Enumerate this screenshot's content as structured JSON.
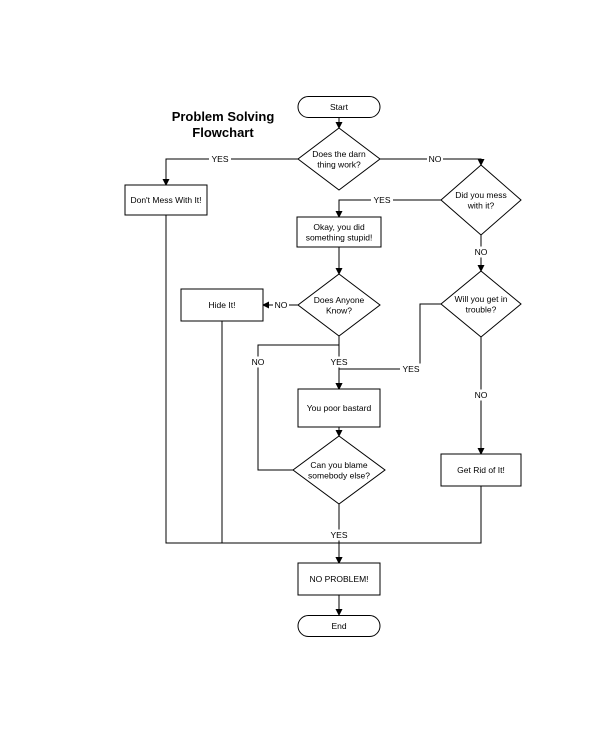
{
  "title": [
    "Problem Solving",
    "Flowchart"
  ],
  "nodes": {
    "start": {
      "type": "terminal",
      "lines": [
        "Start"
      ]
    },
    "works": {
      "type": "decision",
      "lines": [
        "Does the darn",
        "thing work?"
      ]
    },
    "dont_mess": {
      "type": "process",
      "lines": [
        "Don't Mess With It!"
      ]
    },
    "did_mess": {
      "type": "decision",
      "lines": [
        "Did you mess",
        "with it?"
      ]
    },
    "stupid": {
      "type": "process",
      "lines": [
        "Okay, you did",
        "something stupid!"
      ]
    },
    "anyone_know": {
      "type": "decision",
      "lines": [
        "Does Anyone",
        "Know?"
      ]
    },
    "hide": {
      "type": "process",
      "lines": [
        "Hide It!"
      ]
    },
    "trouble": {
      "type": "decision",
      "lines": [
        "Will you get in",
        "trouble?"
      ]
    },
    "poor": {
      "type": "process",
      "lines": [
        "You poor bastard"
      ]
    },
    "blame": {
      "type": "decision",
      "lines": [
        "Can you blame",
        "somebody else?"
      ]
    },
    "get_rid": {
      "type": "process",
      "lines": [
        "Get Rid of It!"
      ]
    },
    "no_problem": {
      "type": "process",
      "lines": [
        "NO PROBLEM!"
      ]
    },
    "end": {
      "type": "terminal",
      "lines": [
        "End"
      ]
    }
  },
  "edges": [
    {
      "from": "start",
      "to": "works",
      "label": ""
    },
    {
      "from": "works",
      "to": "dont_mess",
      "label": "YES"
    },
    {
      "from": "works",
      "to": "did_mess",
      "label": "NO"
    },
    {
      "from": "did_mess",
      "to": "stupid",
      "label": "YES"
    },
    {
      "from": "did_mess",
      "to": "trouble",
      "label": "NO"
    },
    {
      "from": "stupid",
      "to": "anyone_know",
      "label": ""
    },
    {
      "from": "anyone_know",
      "to": "hide",
      "label": "NO"
    },
    {
      "from": "anyone_know",
      "to": "poor",
      "label": "YES"
    },
    {
      "from": "trouble",
      "to": "poor",
      "label": "YES"
    },
    {
      "from": "trouble",
      "to": "get_rid",
      "label": "NO"
    },
    {
      "from": "poor",
      "to": "blame",
      "label": ""
    },
    {
      "from": "blame",
      "to": "anyone_know",
      "label": "NO"
    },
    {
      "from": "blame",
      "to": "no_problem",
      "label": "YES"
    },
    {
      "from": "dont_mess",
      "to": "no_problem",
      "label": ""
    },
    {
      "from": "hide",
      "to": "no_problem",
      "label": ""
    },
    {
      "from": "get_rid",
      "to": "no_problem",
      "label": ""
    },
    {
      "from": "no_problem",
      "to": "end",
      "label": ""
    }
  ]
}
